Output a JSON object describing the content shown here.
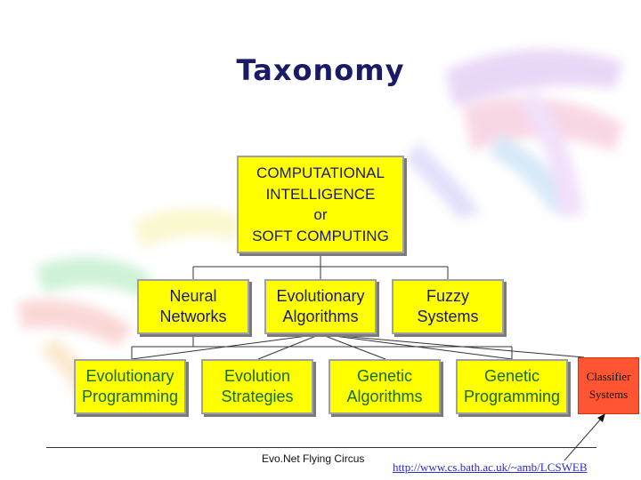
{
  "title": "Taxonomy",
  "root": "COMPUTATIONAL\nINTELLIGENCE\nor\nSOFT COMPUTING",
  "level2": [
    "Neural\nNetworks",
    "Evolutionary\nAlgorithms",
    "Fuzzy\nSystems"
  ],
  "level3": [
    "Evolutionary\nProgramming",
    "Evolution\nStrategies",
    "Genetic\nAlgorithms",
    "Genetic\nProgramming"
  ],
  "extra_node": "Classifier\nSystems",
  "footer": "Evo.Net Flying Circus",
  "url": "http://www.cs.bath.ac.uk/~amb/LCSWEB",
  "colors": {
    "box_fill": "#ffff00",
    "extra_node_fill": "#ff5533",
    "title": "#1a1a66",
    "level3_text": "#166a16",
    "link": "#2a2ad0"
  }
}
